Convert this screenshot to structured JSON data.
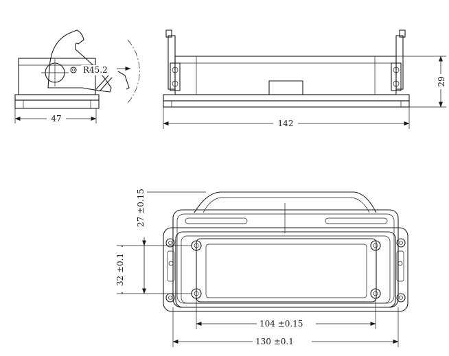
{
  "dimensions": {
    "side_width": "47",
    "radius": "R45.2",
    "front_length": "142",
    "front_height": "29",
    "top_offset": "27 ±0.15",
    "hole_vertical": "32 ±0.1",
    "hole_horizontal": "104 ±0.15",
    "overall_width": "130 ±0.1"
  }
}
